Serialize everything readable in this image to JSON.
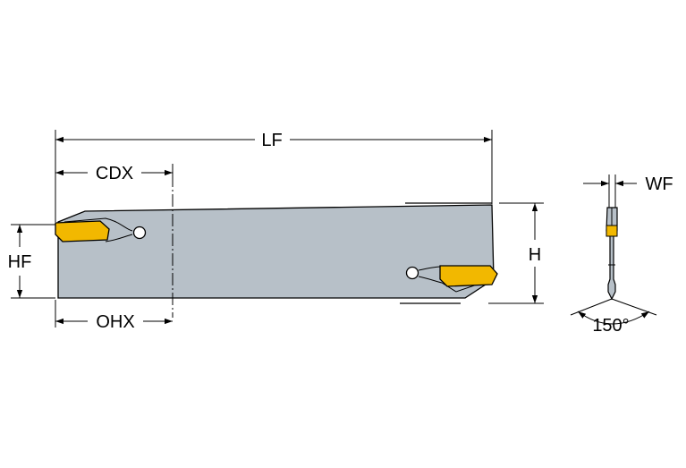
{
  "colors": {
    "blade": "#b7c0c8",
    "insert": "#f2b800",
    "outline": "#000000",
    "background": "#ffffff"
  },
  "labels": {
    "lf": "LF",
    "cdx": "CDX",
    "hf": "HF",
    "ohx": "OHX",
    "h": "H",
    "wf": "WF",
    "angle": "150°"
  }
}
